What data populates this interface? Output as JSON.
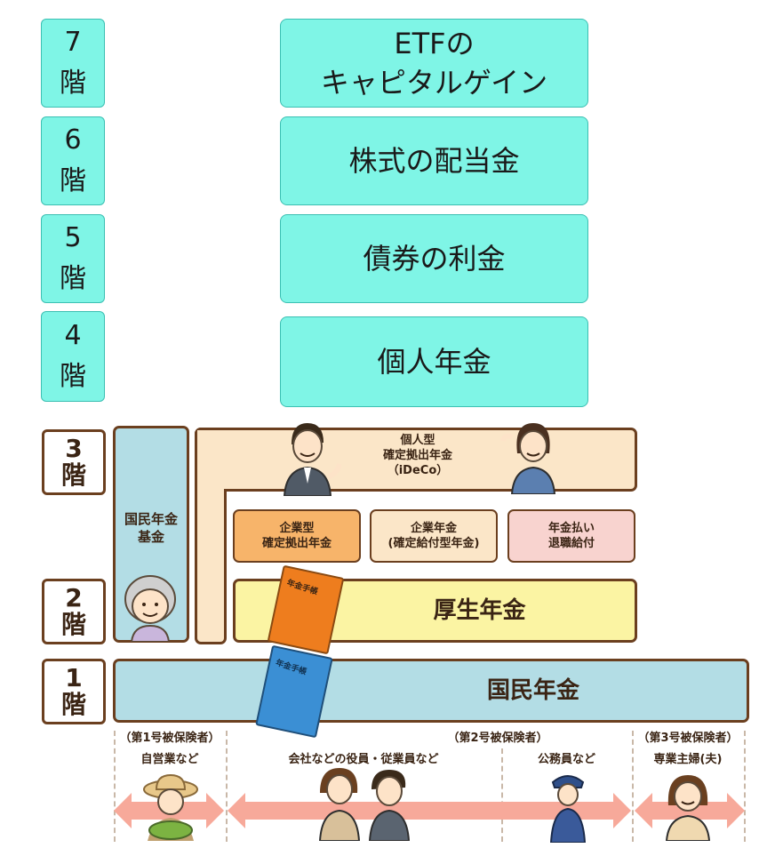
{
  "upper_floors": [
    {
      "floor_num": "7",
      "floor_unit": "階",
      "line1": "ETFの",
      "line2": "キャピタルゲイン"
    },
    {
      "floor_num": "6",
      "floor_unit": "階",
      "line1": "株式の配当金",
      "line2": ""
    },
    {
      "floor_num": "5",
      "floor_unit": "階",
      "line1": "債券の利金",
      "line2": ""
    },
    {
      "floor_num": "4",
      "floor_unit": "階",
      "line1": "個人年金",
      "line2": ""
    }
  ],
  "pension": {
    "floor3": {
      "num": "3",
      "unit": "階"
    },
    "floor2": {
      "num": "2",
      "unit": "階"
    },
    "floor1": {
      "num": "1",
      "unit": "階"
    },
    "national_fund": {
      "line1": "国民年金",
      "line2": "基金"
    },
    "ideco": {
      "line1": "個人型",
      "line2": "確定拠出年金",
      "line3": "（iDeCo）"
    },
    "corporate_dc": {
      "line1": "企業型",
      "line2": "確定拠出年金"
    },
    "corporate_pension": {
      "line1": "企業年金",
      "line2": "(確定給付型年金)"
    },
    "retirement": {
      "line1": "年金払い",
      "line2": "退職給付"
    },
    "kosei": "厚生年金",
    "kokumin": "国民年金",
    "book_label": "年金手帳"
  },
  "insured": {
    "type1": "（第1号被保険者）",
    "type2": "（第2号被保険者）",
    "type3": "（第3号被保険者）",
    "self_employed": "自営業など",
    "company": "会社などの役員・従業員など",
    "civil": "公務員など",
    "spouse": "専業主婦(夫)"
  },
  "colors": {
    "teal": "#7ff5e6",
    "cream": "#fbe6c8",
    "orange": "#f7b46a",
    "pink": "#f8d3cf",
    "yellow": "#fbf4a3",
    "lightblue": "#b3dde5",
    "arrow": "#f7a99a"
  }
}
